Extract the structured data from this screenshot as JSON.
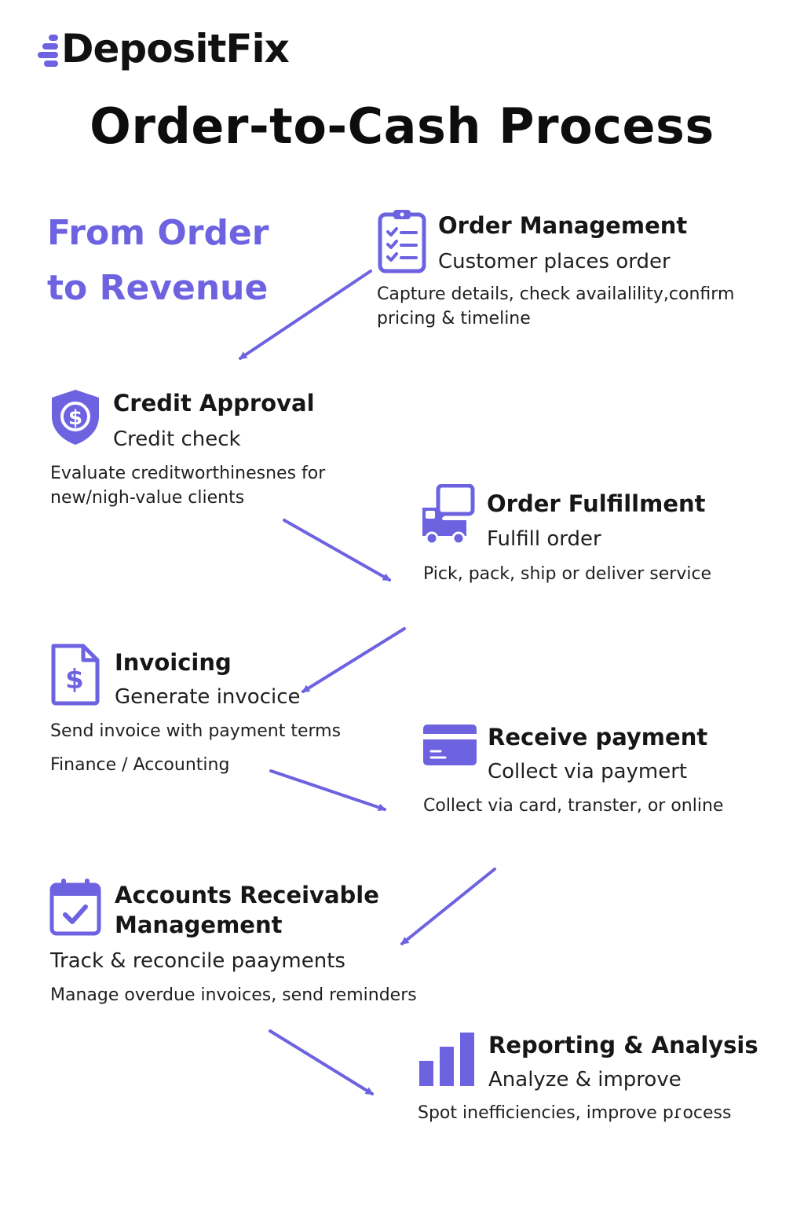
{
  "brand": {
    "logo_text": "DepositFix",
    "accent_color": "#6d62e0"
  },
  "title": "Order-to-Cash Process",
  "tagline": {
    "line1": "From Order",
    "line2": "to Revenue"
  },
  "steps": [
    {
      "icon": "checklist-clipboard-icon",
      "title": "Order Management",
      "subtitle": "Customer places order",
      "description": "Capture details, check availalility,confirm pricing & timeline"
    },
    {
      "icon": "shield-dollar-icon",
      "title": "Credit Approval",
      "subtitle": "Credit check",
      "description": "Evaluate creditworthinesnes for new/nigh-value clients"
    },
    {
      "icon": "delivery-truck-icon",
      "title": "Order Fulfillment",
      "subtitle": "Fulfill order",
      "description": "Pick, pack, ship or deliver service"
    },
    {
      "icon": "invoice-document-icon",
      "title": "Invoicing",
      "subtitle": "Generate invocice",
      "description": "Send invoice with payment terms",
      "note": "Finance / Accounting"
    },
    {
      "icon": "credit-card-icon",
      "title": "Receive payment",
      "subtitle": "Collect via paymert",
      "description": "Collect via card, transter, or online"
    },
    {
      "icon": "calendar-check-icon",
      "title_line1": "Accounts Receivable",
      "title_line2": "Management",
      "subtitle": "Track & reconcile paayments",
      "description": "Manage overdue invoices, send reminders"
    },
    {
      "icon": "bar-chart-icon",
      "title": "Reporting & Analysis",
      "subtitle": "Analyze & improve",
      "description": "Spot inefficiencies, improve pɾocess"
    }
  ]
}
